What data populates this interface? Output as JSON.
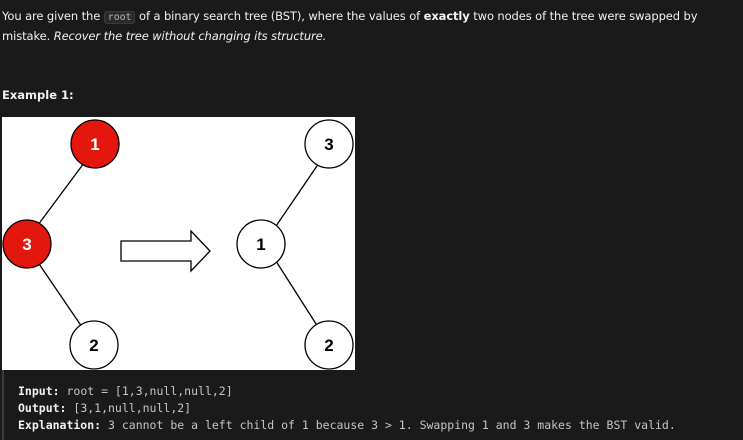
{
  "description": {
    "part1": "You are given the ",
    "code_root": "root",
    "part2": " of a binary search tree (BST), where the values of ",
    "bold_exactly": "exactly",
    "part3": " two nodes of the tree were swapped by mistake. ",
    "italic": "Recover the tree without changing its structure."
  },
  "example": {
    "title": "Example 1:",
    "input_label": "Input:",
    "input_value": " root = [1,3,null,null,2]",
    "output_label": "Output:",
    "output_value": " [3,1,null,null,2]",
    "explanation_label": "Explanation:",
    "explanation_value": " 3 cannot be a left child of 1 because 3 > 1. Swapping 1 and 3 makes the BST valid."
  },
  "figure": {
    "before_tree": {
      "root": "1",
      "left": "3",
      "left_right": "2"
    },
    "after_tree": {
      "root": "3",
      "left": "1",
      "left_right": "2"
    },
    "arrow_icon": "right-arrow-icon",
    "colors": {
      "highlight_fill": "#e3170d",
      "normal_fill": "#ffffff",
      "stroke": "#000000"
    }
  }
}
